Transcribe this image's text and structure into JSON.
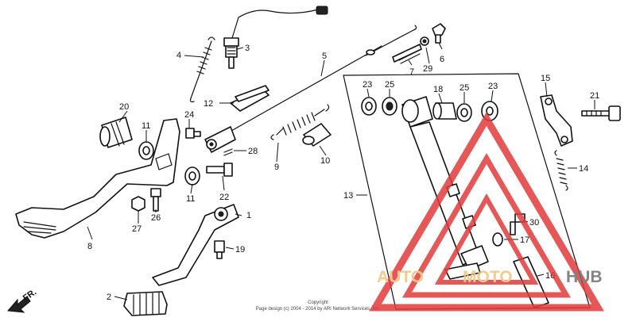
{
  "callouts": {
    "c1": "1",
    "c2": "2",
    "c3": "3",
    "c4": "4",
    "c5": "5",
    "c6": "6",
    "c7": "7",
    "c8": "8",
    "c9": "9",
    "c10": "10",
    "c11a": "11",
    "c11b": "11",
    "c12": "12",
    "c13": "13",
    "c14": "14",
    "c15": "15",
    "c16": "16",
    "c17": "17",
    "c18": "18",
    "c19": "19",
    "c20": "20",
    "c21": "21",
    "c22": "22",
    "c23a": "23",
    "c23b": "23",
    "c24": "24",
    "c25a": "25",
    "c25b": "25",
    "c26": "26",
    "c27": "27",
    "c28": "28",
    "c29": "29",
    "c30": "30"
  },
  "direction": {
    "label": "FR."
  },
  "copyright": {
    "line1": "Copyright",
    "line2": "Page design (c) 2004 - 2014 by ARI Network Services, Inc."
  },
  "watermark": {
    "part1": "AUTO",
    "part2": "MOTO",
    "part3": "HUB",
    "colors": {
      "accent": "#f3c27a",
      "triangle": "#e23b3b",
      "dark": "#6e6e6e"
    }
  }
}
